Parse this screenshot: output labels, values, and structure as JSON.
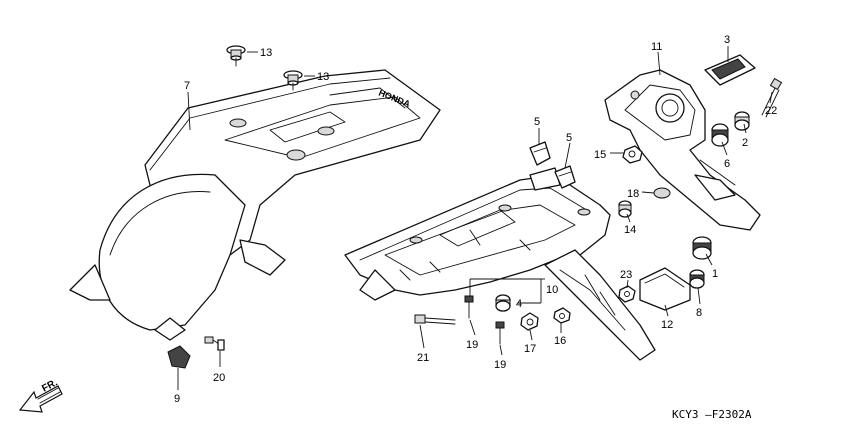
{
  "diagram": {
    "front_indicator": "FR.",
    "drawing_code": "KCY3 –F2302A",
    "brand_marking": "HONDA",
    "callouts": [
      "1",
      "2",
      "3",
      "4",
      "5",
      "5",
      "6",
      "7",
      "8",
      "9",
      "10",
      "11",
      "12",
      "13",
      "13",
      "14",
      "15",
      "16",
      "17",
      "18",
      "19",
      "19",
      "20",
      "21",
      "22",
      "23"
    ]
  }
}
